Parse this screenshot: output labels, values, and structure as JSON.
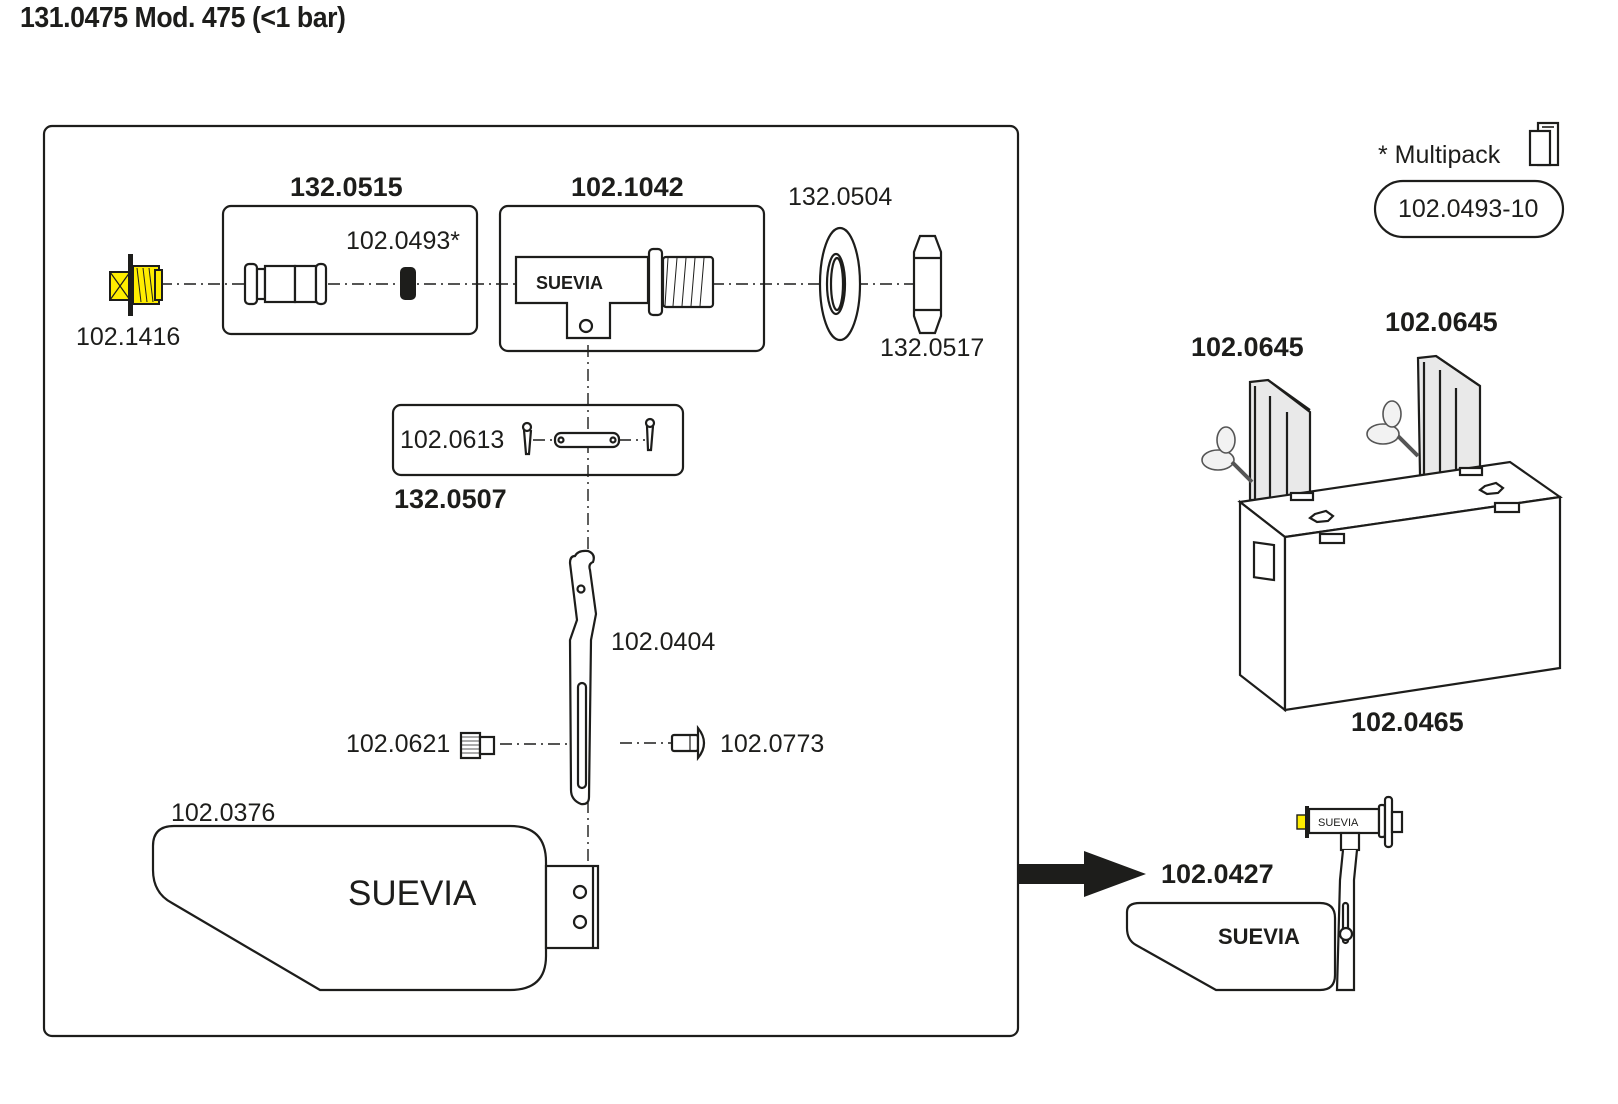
{
  "title": "131.0475 Mod. 475 (<1 bar)",
  "colors": {
    "ink": "#1d1d1b",
    "highlight": "#ffed00",
    "frame": "#1d1d1b"
  },
  "brand_mark": "SUEVIA",
  "parts": {
    "p_1416": {
      "code": "102.1416",
      "name": "plug-highlighted"
    },
    "kit_0515": {
      "code": "132.0515"
    },
    "p_0493": {
      "code": "102.0493*"
    },
    "p_1042": {
      "code": "102.1042"
    },
    "p_0504": {
      "code": "132.0504"
    },
    "p_0517": {
      "code": "132.0517"
    },
    "p_0613": {
      "code": "102.0613"
    },
    "kit_0507": {
      "code": "132.0507"
    },
    "p_0404": {
      "code": "102.0404"
    },
    "p_0621": {
      "code": "102.0621"
    },
    "p_0773": {
      "code": "102.0773"
    },
    "p_0376": {
      "code": "102.0376"
    },
    "p_0645a": {
      "code": "102.0645"
    },
    "p_0645b": {
      "code": "102.0645"
    },
    "p_0465": {
      "code": "102.0465"
    },
    "p_0427": {
      "code": "102.0427"
    }
  },
  "multipack": {
    "label": "* Multipack",
    "code": "102.0493-10"
  }
}
